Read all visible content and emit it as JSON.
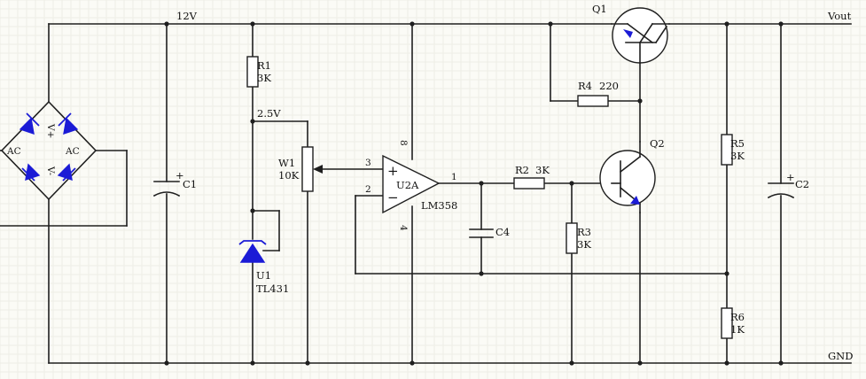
{
  "labels": {
    "rail_12v": "12V",
    "vout": "Vout",
    "gnd": "GND",
    "node_2v5": "2.5V",
    "ac_left": "AC",
    "ac_right": "AC",
    "v_plus": "V+",
    "v_minus": "V-",
    "c1": "C1",
    "c2": "C2",
    "c4": "C4",
    "r1": "R1",
    "r1_val": "3K",
    "r2": "R2",
    "r2_val": "3K",
    "r3": "R3",
    "r3_val": "3K",
    "r4": "R4",
    "r4_val": "220",
    "r5": "R5",
    "r5_val": "3K",
    "r6": "R6",
    "r6_val": "1K",
    "w1": "W1",
    "w1_val": "10K",
    "u1": "U1",
    "u1_val": "TL431",
    "u2": "U2A",
    "u2_val": "LM358",
    "q1": "Q1",
    "q2": "Q2",
    "pin1": "1",
    "pin2": "2",
    "pin3": "3",
    "pin4": "4",
    "pin8": "8",
    "plus": "+",
    "minus": "−",
    "cap_plus": "+"
  },
  "colors": {
    "wire": "#1f1f1f",
    "diode": "#1b1bd6",
    "background": "#fbfbf6"
  }
}
